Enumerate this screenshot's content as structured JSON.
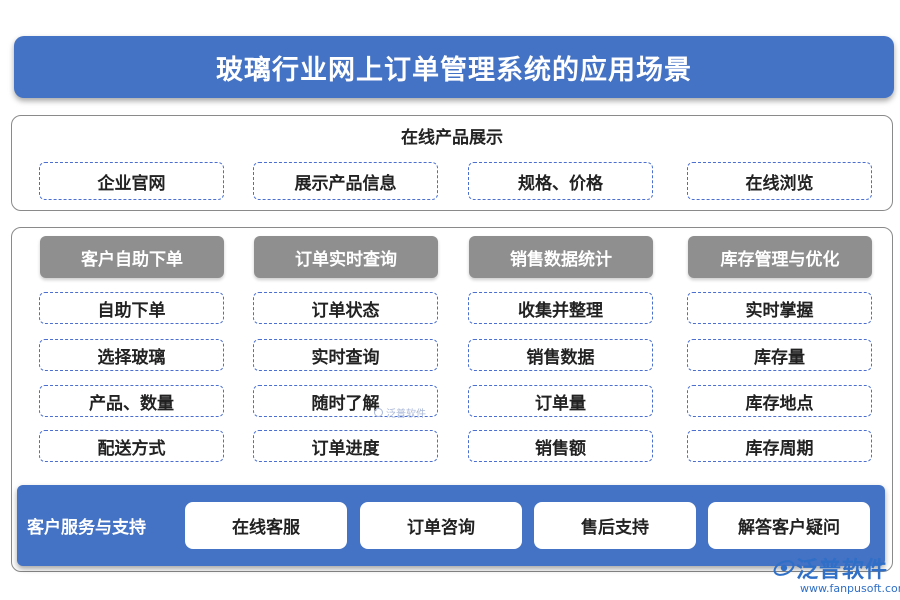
{
  "title": "玻璃行业网上订单管理系统的应用场景",
  "online_display": {
    "heading": "在线产品展示",
    "items": [
      "企业官网",
      "展示产品信息",
      "规格、价格",
      "在线浏览"
    ]
  },
  "columns": [
    {
      "header": "客户自助下单",
      "items": [
        "自助下单",
        "选择玻璃",
        "产品、数量",
        "配送方式"
      ]
    },
    {
      "header": "订单实时查询",
      "items": [
        "订单状态",
        "实时查询",
        "随时了解",
        "订单进度"
      ]
    },
    {
      "header": "销售数据统计",
      "items": [
        "收集并整理",
        "销售数据",
        "订单量",
        "销售额"
      ]
    },
    {
      "header": "库存管理与优化",
      "items": [
        "实时掌握",
        "库存量",
        "库存地点",
        "库存周期"
      ]
    }
  ],
  "service": {
    "label": "客户服务与支持",
    "items": [
      "在线客服",
      "订单咨询",
      "售后支持",
      "解答客户疑问"
    ]
  },
  "watermark": {
    "middle_text": "泛普软件",
    "logo_text": "泛普软件",
    "logo_url": "www.fanpusoft.com"
  },
  "colors": {
    "primary_blue": "#4472c4",
    "header_gray": "#8f8f8f",
    "dash_border": "#4a6fd0"
  }
}
